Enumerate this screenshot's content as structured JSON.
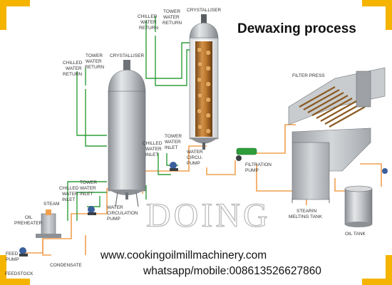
{
  "title": "Dewaxing process",
  "watermark": "DOING",
  "contact": {
    "website": "www.cookingoilmillmachinery.com",
    "whatsapp": "whatsapp/mobile:008613526627860"
  },
  "labels": {
    "crystalliser_top": "CRYSTALLISER",
    "chilled_return_top": [
      "CHILLED",
      "WATER",
      "RETURN"
    ],
    "tower_return_top": [
      "TOWER",
      "WATER",
      "RETURN"
    ],
    "crystalliser_left": "CRYSTALLISER",
    "chilled_return_left": [
      "CHILLED",
      "WATER",
      "RETURN"
    ],
    "tower_return_left": [
      "TOWER",
      "WATER",
      "RETURN"
    ],
    "chilled_inlet_mid": [
      "CHILLED",
      "WATER",
      "INLET"
    ],
    "tower_inlet_mid": [
      "TOWER",
      "WATER",
      "INLET"
    ],
    "water_circu_pump_mid": [
      "WATER",
      "CIRCU.",
      "PUMP"
    ],
    "chilled_inlet_left": [
      "CHILLED",
      "WATER",
      "INLET"
    ],
    "tower_inlet_left": [
      "TOWER",
      "WATER",
      "INLET"
    ],
    "steam": "STEAM",
    "oil_preheater": [
      "OIL",
      "PREHEATER"
    ],
    "water_circulation_pump": [
      "WATER",
      "CIRCULATION",
      "PUMP"
    ],
    "feed_pump": [
      "FEED",
      "PUMP"
    ],
    "condensate": "CONDENSATE",
    "feedstock": "FEEDSTOCK",
    "filtration_pump": [
      "FILTRATION",
      "PUMP"
    ],
    "filter_press": "FILTER PRESS",
    "stearin_melting_tank": [
      "STEARIN",
      "MELTING TANK"
    ],
    "oil_tank": "OIL TANK"
  },
  "colors": {
    "corner_accent": "#f5b400",
    "water_pipe": "#2e9e3a",
    "oil_pipe": "#f0a050",
    "vessel": "#b9bcbf",
    "crystal": "#b8742a"
  }
}
